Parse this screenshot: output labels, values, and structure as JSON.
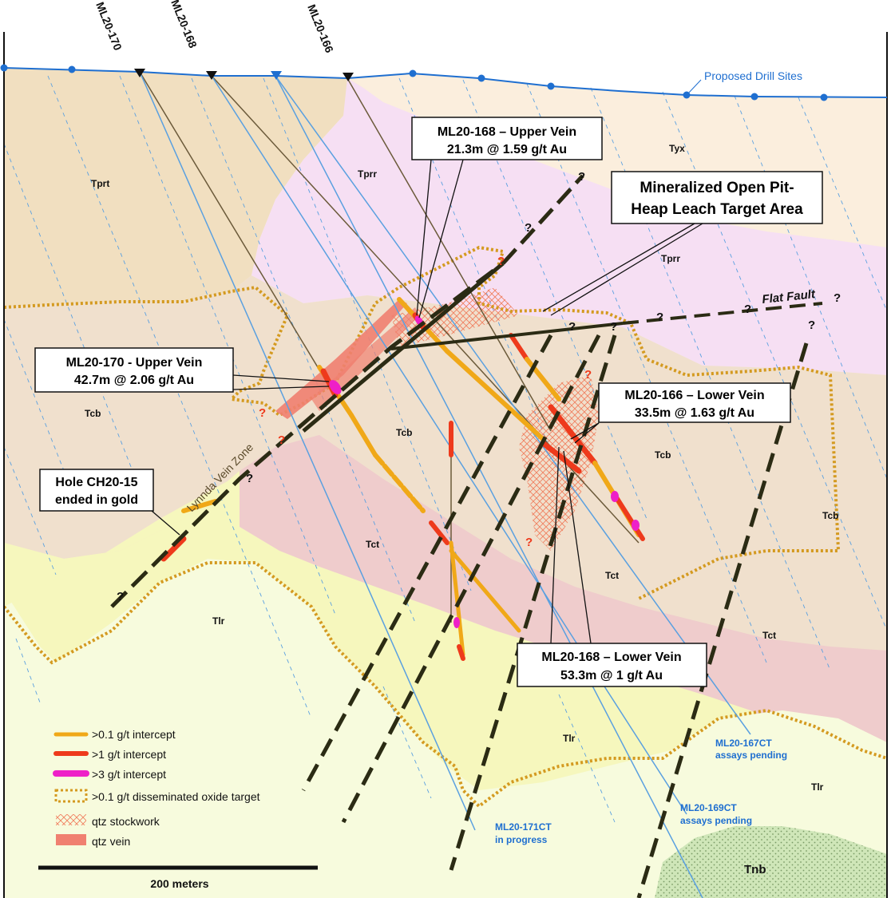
{
  "colors": {
    "surface_line": "#1f6fd0",
    "above_surface": "#ffffff",
    "Tyx": "#fbeedd",
    "Tprt": "#f1dfc0",
    "Tprr": "#f6dff3",
    "Tcb": "#f0e0cd",
    "Tct": "#efcccc",
    "Tlr_yellow": "#f6f7bd",
    "Tlr_light": "#f7fbdd",
    "Tnb": "#cfe6b8",
    "oxide_target": "#d49a20",
    "intercept_low": "#f0a818",
    "intercept_mid": "#ee3a1c",
    "intercept_high": "#ee20c8",
    "vein": "#f08070",
    "stockwork": "#f08060",
    "drill_hole": "#6b5a3a",
    "pending_hole": "#5aa0e0",
    "fault": "#2b2b14"
  },
  "units": {
    "Tyx": "Tyx",
    "Tprt": "Tprt",
    "Tprr": "Tprr",
    "Tcb": "Tcb",
    "Tct": "Tct",
    "Tlr": "Tlr",
    "Tnb": "Tnb"
  },
  "holes": {
    "h170": "ML20-170",
    "h168": "ML20-168",
    "h166": "ML20-166"
  },
  "surface": {
    "label": "Proposed Drill Sites"
  },
  "structures": {
    "flat_fault": "Flat Fault",
    "lynnda": "Lynnda Vein Zone",
    "question": "?"
  },
  "callouts": {
    "c168_upper_1": "ML20-168 – Upper Vein",
    "c168_upper_2": "21.3m @ 1.59 g/t Au",
    "pit_1": "Mineralized Open Pit-",
    "pit_2": "Heap Leach Target Area",
    "c170_1": "ML20-170 - Upper Vein",
    "c170_2": "42.7m @ 2.06 g/t Au",
    "c166_1": "ML20-166 – Lower Vein",
    "c166_2": "33.5m @ 1.63 g/t Au",
    "ch_1": "Hole CH20-15",
    "ch_2": "ended in gold",
    "c168_lower_1": "ML20-168 – Lower Vein",
    "c168_lower_2": "53.3m @ 1 g/t Au"
  },
  "pending": {
    "h167_1": "ML20-167CT",
    "h167_2": "assays pending",
    "h169_1": "ML20-169CT",
    "h169_2": "assays pending",
    "h171_1": "ML20-171CT",
    "h171_2": "in progress"
  },
  "legend": {
    "low": ">0.1 g/t intercept",
    "mid": ">1 g/t intercept",
    "high": ">3 g/t intercept",
    "oxide": ">0.1 g/t disseminated oxide target",
    "stockwork": "qtz stockwork",
    "vein": "qtz vein"
  },
  "scale": {
    "label": "200 meters"
  }
}
